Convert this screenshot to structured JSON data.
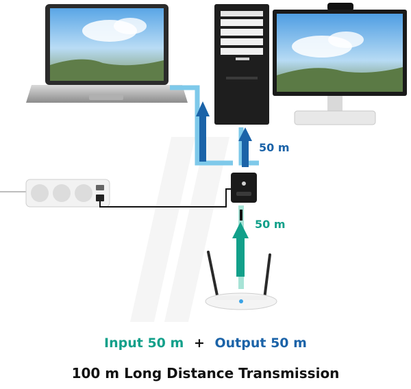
{
  "colors": {
    "input": "#12a08a",
    "output": "#1b63a8",
    "text": "#111111",
    "cable_blue": "#7ec9ea",
    "cable_green": "#a7e3d6"
  },
  "labels": {
    "upper_distance": "50 m",
    "lower_distance": "50 m"
  },
  "caption": {
    "input_text": "Input 50 m",
    "plus": "+",
    "output_text": "Output 50 m",
    "headline": "100 m Long Distance Transmission"
  }
}
